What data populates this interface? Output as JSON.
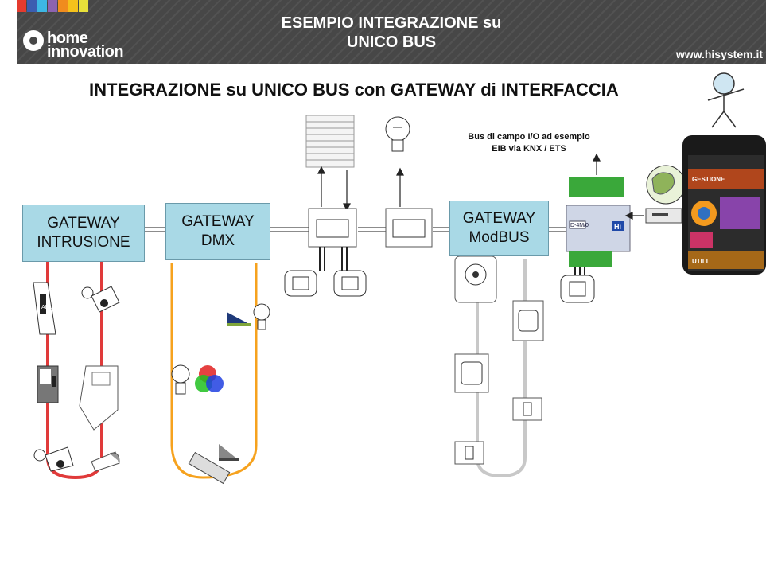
{
  "header": {
    "title_line1": "ESEMPIO INTEGRAZIONE su",
    "title_line2": "UNICO BUS",
    "logo_line1": "home",
    "logo_line2": "innovation",
    "url": "www.hisystem.it",
    "colorbar": [
      "#e53b2f",
      "#3c5db0",
      "#3db7e4",
      "#8c63b0",
      "#f08c1e",
      "#f5c21b",
      "#e8e13a"
    ]
  },
  "main_title": "INTEGRAZIONE su UNICO BUS con GATEWAY di INTERFACCIA",
  "gateways": {
    "intrusione": "GATEWAY INTRUSIONE",
    "dmx": "GATEWAY DMX",
    "modbus": "GATEWAY ModBUS"
  },
  "bus_note": {
    "line1": "Bus di campo I/O ad esempio",
    "line2": "EIB via KNX / ETS"
  },
  "phone": {
    "gestione": "GESTIONE",
    "utili": "UTILI"
  },
  "device_labels": {
    "hi": "Hi",
    "module": "D-4M/0",
    "alarm": "ALLARME"
  },
  "colors": {
    "gateway_fill": "#a9d9e6",
    "intrusion_bus": "#e03a3a",
    "dmx_bus": "#f6a21e",
    "modbus_bus": "#c8c8c8",
    "header_bg": "#474747"
  }
}
